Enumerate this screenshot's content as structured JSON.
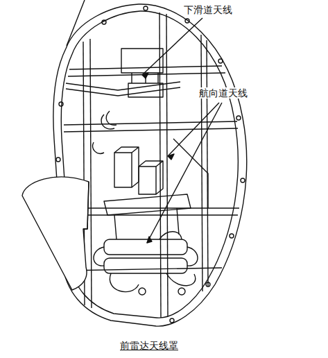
{
  "diagram": {
    "caption": "前雷达天线罩",
    "labels": [
      "下滑道天线",
      "航向道天线"
    ]
  }
}
